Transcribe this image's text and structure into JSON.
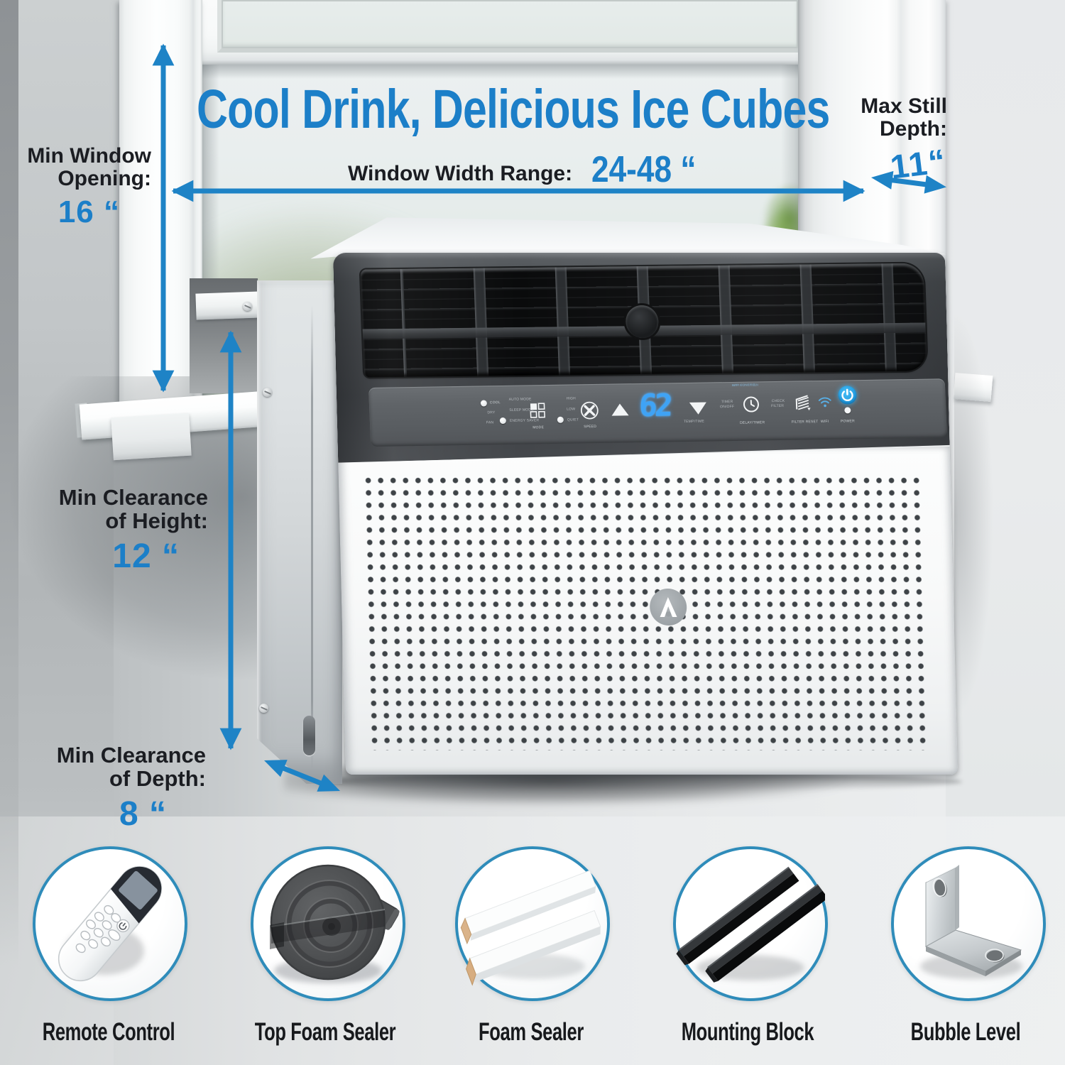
{
  "title": "Cool Drink, Delicious Ice Cubes",
  "annotations": {
    "min_window_opening": {
      "line1": "Min Window",
      "line2": "Opening:",
      "value": "16 “"
    },
    "window_width_range": {
      "label": "Window Width Range:",
      "value": "24-48 “"
    },
    "max_still_depth": {
      "line1": "Max Still",
      "line2": "Depth:",
      "value": "11“"
    },
    "min_clearance_height": {
      "line1": "Min Clearance",
      "line2": "of Height:",
      "value": "12 “"
    },
    "min_clearance_depth": {
      "line1": "Min Clearance",
      "line2": "of Depth:",
      "value": "8 “"
    }
  },
  "ac_unit": {
    "display_value": "62",
    "panel": {
      "cool": "COOL",
      "dry": "DRY",
      "fan": "FAN",
      "auto_mode": "AUTO MODE",
      "sleep_mode": "SLEEP MODE",
      "energy_saver": "ENERGY SAVER",
      "mode": "MODE",
      "high": "HIGH",
      "low": "LOW",
      "quiet": "QUIET",
      "speed": "SPEED",
      "temp_time": "TEMP/TIME",
      "timer_line1": "TIMER",
      "timer_line2": "ON/OFF",
      "delay_timer": "DELAY/TIMER",
      "wifi_note_line1": "APP CONTROL",
      "wifi_note_line2": "WIFI FUNCTION",
      "check_line1": "CHECK",
      "check_line2": "FILTER",
      "filter_reset": "FILTER RESET",
      "wifi": "WIFI",
      "power": "POWER"
    }
  },
  "accessories": [
    {
      "label": "Remote Control"
    },
    {
      "label": "Top Foam Sealer"
    },
    {
      "label": "Foam Sealer"
    },
    {
      "label": "Mounting Block"
    },
    {
      "label": "Bubble Level"
    }
  ],
  "colors": {
    "accent_blue": "#1c7fc8",
    "arrow_blue": "#1e83c6",
    "dark_text": "#1b1d22",
    "led_blue": "#3fa3f5",
    "power_button_blue": "#2aa2e8",
    "circle_border": "#2f8cba"
  }
}
